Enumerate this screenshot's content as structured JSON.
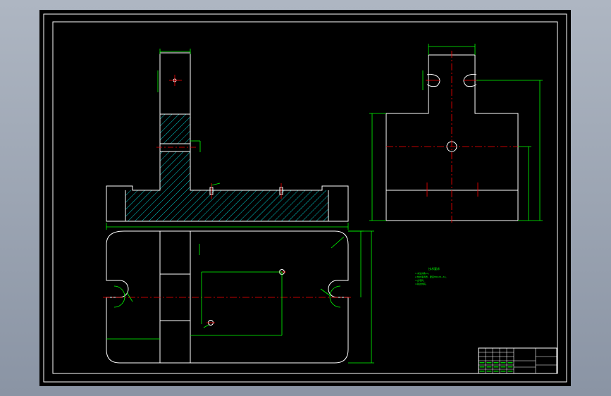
{
  "colors": {
    "viewport_bg": "#9aa3b2",
    "paper": "#000000",
    "outline": "#ffffff",
    "dimension": "#00ff00",
    "centerline": "#ff0000",
    "hatch": "#00ffff",
    "note_text": "#00ff00"
  },
  "tech_notes": {
    "title": "技术要求",
    "lines": [
      "1.未注倒角C1。",
      "2.热处理调质，硬度HRC28~32。",
      "3.去毛刺。",
      "4.锐边倒钝。"
    ]
  },
  "title_block": {
    "name": "",
    "material": "",
    "scale": ""
  }
}
